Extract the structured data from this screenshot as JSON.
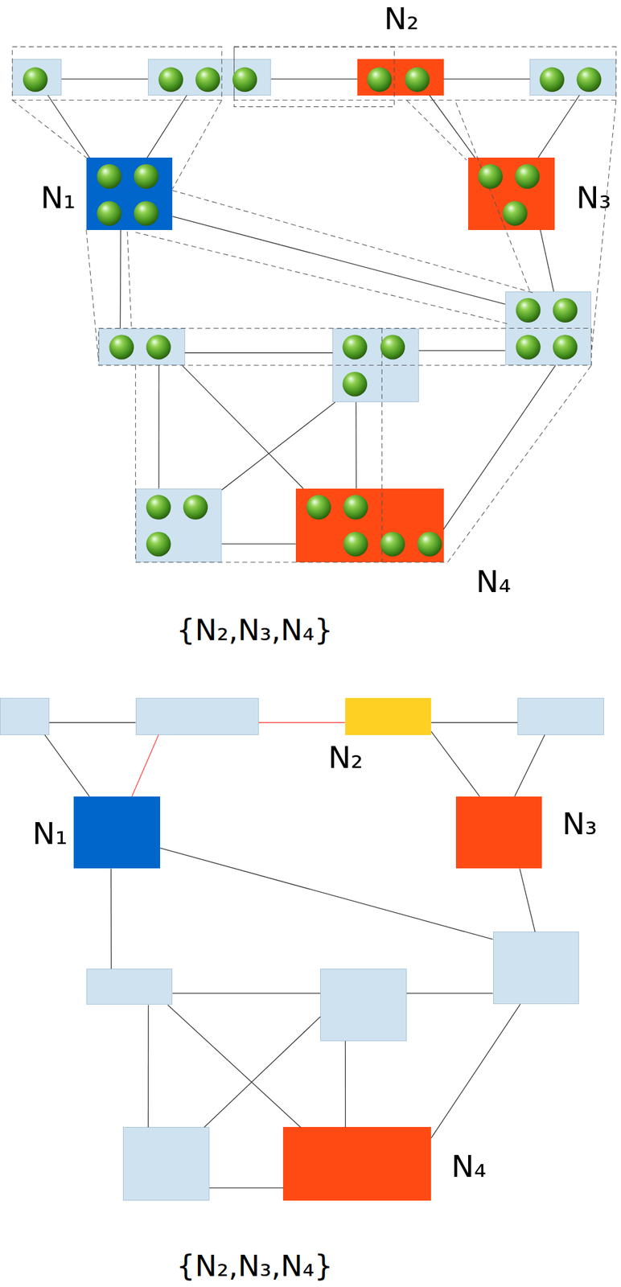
{
  "diagram": {
    "nodes": [
      {
        "text": []
      },
      {
        "text": []
      },
      {
        "text": [
          "N₂"
        ]
      },
      {
        "text": []
      },
      {
        "text": [
          "N₁"
        ]
      },
      {
        "text": [
          "N₃"
        ]
      },
      {
        "text": []
      },
      {
        "text": []
      },
      {
        "text": []
      },
      {
        "text": []
      },
      {
        "text": [
          "N₄"
        ]
      },
      {
        "text": []
      },
      {
        "text": []
      },
      {
        "text": [
          "N₂"
        ]
      },
      {
        "text": []
      },
      {
        "text": [
          "N₁"
        ]
      },
      {
        "text": [
          "N₃"
        ]
      },
      {
        "text": []
      },
      {
        "text": []
      },
      {
        "text": []
      },
      {
        "text": []
      },
      {
        "text": [
          "N₄"
        ]
      }
    ],
    "edges": [
      {
        "from": 0,
        "to": 1,
        "arrow": "none"
      },
      {
        "from": 1,
        "to": 2,
        "arrow": "none"
      },
      {
        "from": 2,
        "to": 3,
        "arrow": "none"
      },
      {
        "from": 0,
        "to": 4,
        "arrow": "none"
      },
      {
        "from": 1,
        "to": 4,
        "arrow": "none"
      },
      {
        "from": 2,
        "to": 5,
        "arrow": "none"
      },
      {
        "from": 3,
        "to": 5,
        "arrow": "none"
      },
      {
        "from": 4,
        "to": 7,
        "arrow": "none"
      },
      {
        "from": 4,
        "to": 6,
        "arrow": "none"
      },
      {
        "from": 5,
        "to": 6,
        "arrow": "none"
      },
      {
        "from": 7,
        "to": 8,
        "arrow": "none"
      },
      {
        "from": 8,
        "to": 6,
        "arrow": "none"
      },
      {
        "from": 7,
        "to": 9,
        "arrow": "none"
      },
      {
        "from": 7,
        "to": 10,
        "arrow": "none"
      },
      {
        "from": 8,
        "to": 9,
        "arrow": "none"
      },
      {
        "from": 8,
        "to": 10,
        "arrow": "none"
      },
      {
        "from": 9,
        "to": 10,
        "arrow": "none"
      },
      {
        "from": 6,
        "to": 10,
        "arrow": "none"
      },
      {
        "from": 11,
        "to": 12,
        "arrow": "none"
      },
      {
        "from": 11,
        "to": 15,
        "arrow": "none"
      },
      {
        "from": 12,
        "to": 13,
        "arrow": "none"
      },
      {
        "from": 12,
        "to": 15,
        "arrow": "none"
      },
      {
        "from": 13,
        "to": 14,
        "arrow": "none"
      },
      {
        "from": 13,
        "to": 16,
        "arrow": "none"
      },
      {
        "from": 14,
        "to": 16,
        "arrow": "none"
      },
      {
        "from": 15,
        "to": 18,
        "arrow": "none"
      },
      {
        "from": 15,
        "to": 17,
        "arrow": "none"
      },
      {
        "from": 16,
        "to": 17,
        "arrow": "none"
      },
      {
        "from": 18,
        "to": 19,
        "arrow": "none"
      },
      {
        "from": 19,
        "to": 17,
        "arrow": "none"
      },
      {
        "from": 18,
        "to": 20,
        "arrow": "none"
      },
      {
        "from": 18,
        "to": 21,
        "arrow": "none"
      },
      {
        "from": 19,
        "to": 20,
        "arrow": "none"
      },
      {
        "from": 19,
        "to": 21,
        "arrow": "none"
      },
      {
        "from": 20,
        "to": 21,
        "arrow": "none"
      },
      {
        "from": 17,
        "to": 21,
        "arrow": "none"
      }
    ],
    "labels": [
      "{N₂,N₃,N₄}",
      "{N₂,N₃,N₄}"
    ]
  }
}
